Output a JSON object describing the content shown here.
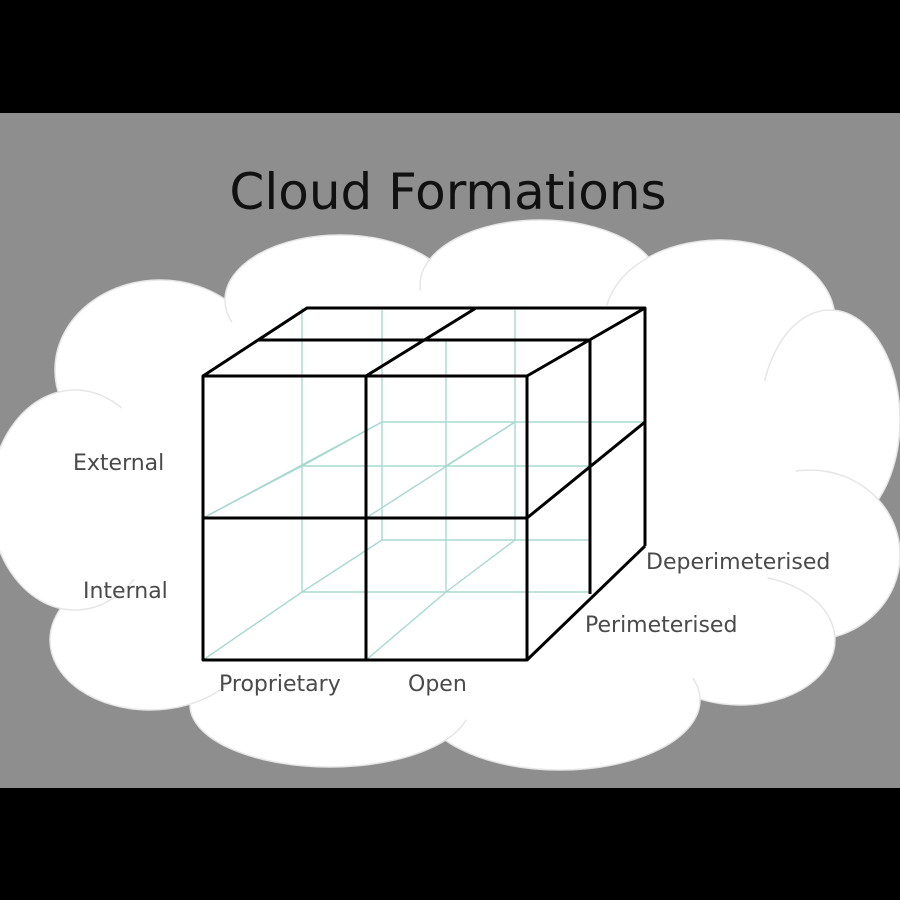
{
  "slide": {
    "title": "Cloud Formations"
  },
  "axes": {
    "vertical": {
      "top": "External",
      "bottom": "Internal"
    },
    "horizontal": {
      "left": "Proprietary",
      "right": "Open"
    },
    "depth": {
      "back": "Deperimeterised",
      "front": "Perimeterised"
    }
  },
  "colors": {
    "frame": "#000000",
    "slide_background": "#8e8e8e",
    "cloud": "#ffffff",
    "cube_edges": "#000000",
    "hidden_edges": "#a8d8d0",
    "label_text": "#4a4a4a",
    "title_text": "#111111"
  }
}
